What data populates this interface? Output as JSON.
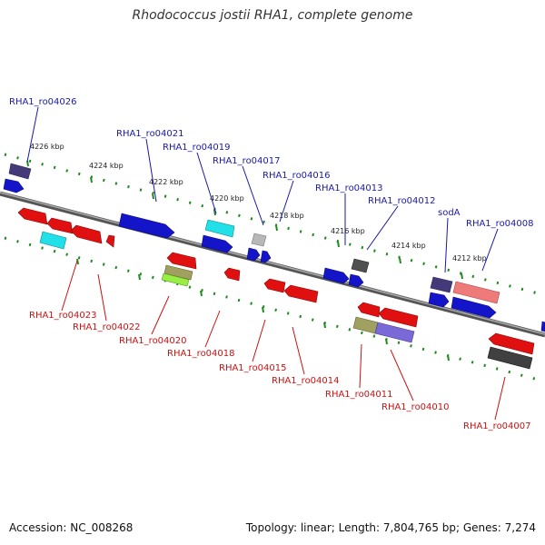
{
  "title": "Rhodococcus jostii RHA1, complete genome",
  "accession": "Accession: NC_008268",
  "summary": "Topology: linear; Length: 7,804,765 bp; Genes: 7,274",
  "colors": {
    "forward_label": "#1a1aa6",
    "reverse_label": "#cc1111",
    "backbone": "#808080",
    "tick": "#1f8a1f"
  },
  "kbp_labels": [
    "4226 kbp",
    "4224 kbp",
    "4222 kbp",
    "4220 kbp",
    "4218 kbp",
    "4216 kbp",
    "4214 kbp",
    "4212 kbp"
  ],
  "forward_genes": [
    "RHA1_ro04026",
    "RHA1_ro04021",
    "RHA1_ro04019",
    "RHA1_ro04017",
    "RHA1_ro04016",
    "RHA1_ro04013",
    "RHA1_ro04012",
    "sodA",
    "RHA1_ro04008"
  ],
  "reverse_genes": [
    "RHA1_ro04023",
    "RHA1_ro04022",
    "RHA1_ro04020",
    "RHA1_ro04018",
    "RHA1_ro04015",
    "RHA1_ro04014",
    "RHA1_ro04011",
    "RHA1_ro04010",
    "RHA1_ro04007"
  ]
}
